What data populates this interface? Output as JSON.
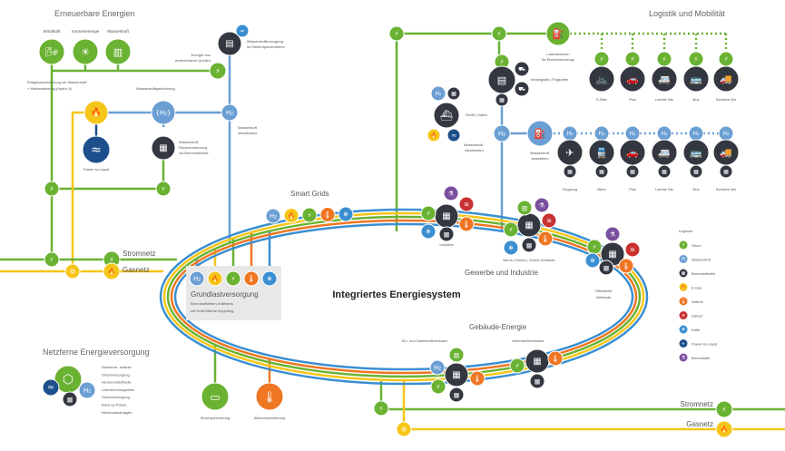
{
  "colors": {
    "strom": "#6ab232",
    "wasserstoff": "#6b9fd4",
    "brennstoffzelle": "#333740",
    "erdgas": "#f5c518",
    "waerme": "#ef7622",
    "dampf": "#c8312f",
    "kaelte": "#3b8fd1",
    "power_to_liquid": "#1d4f8c",
    "brennstoffe": "#7b4fa0",
    "grey_box": "#e8e8e8"
  },
  "main_title": "Integriertes Energiesystem",
  "sections": {
    "erneuerbare": {
      "title": "Erneuerbare Energien",
      "sources": [
        "Windkraft",
        "Sonnenenergie",
        "Wasserkraft"
      ],
      "energy_source_label": [
        "Energie aus",
        "erneuerbaren Quellen"
      ],
      "electrolysis_label": [
        "Wasserstofferzeugung",
        "im Elektrolyseverfahren"
      ],
      "methanation_label": [
        "Endgasanreicherung mit Wasserstoff",
        "+ Methanisierung (Hydro-X)"
      ],
      "h2_storage_label": "Wasserstoffspeicherung",
      "ptl_label": "Power-to-Liquid",
      "reconversion_label": [
        "Wasserstoff-",
        "Rückverstromung",
        "via Brennstoffzelle"
      ],
      "h2_station_label": [
        "Wasserstoff-",
        "infrastruktur"
      ]
    },
    "logistik": {
      "title": "Logistik und Mobilität",
      "charging_label": [
        "Ladestationen",
        "für Elektrofahrzeuge"
      ],
      "intralogistik_label": "Intralogistik | Flughafen",
      "ship_label": "Schiff | Hafen",
      "h2_infra_label": [
        "Wasserstoff-",
        "infrastruktur"
      ],
      "h2_station_label": [
        "Wasserstoff-",
        "tankstellen"
      ],
      "electric_vehicles": [
        "E-Bike",
        "Pkw",
        "Leichte Nfz",
        "Bus",
        "Schwere Nfz"
      ],
      "h2_vehicles": [
        "Flugzeug",
        "Bahn",
        "Pkw",
        "Leichte Nfz",
        "Bus",
        "Schwere Nfz"
      ]
    },
    "smart_grids": {
      "title": "Smart Grids"
    },
    "grundlast": {
      "title": "Grundlastversorgung",
      "subtitle": [
        "Brennstoffzellen-Kraftwerk",
        "mit Kraft-Wärme-Kopplung"
      ]
    },
    "gewerbe": {
      "title": "Gewerbe und Industrie",
      "items": [
        "Industrie",
        "Büros | Hotels | Große Gebäude",
        "Öffentliche Gebäude"
      ]
    },
    "gebaeude": {
      "title": "Gebäude-Energie",
      "items": [
        "Ein- und Zweifamilienhäuser",
        "Mehrfamilienhäuser"
      ]
    },
    "netzferne": {
      "title": "Netzferne Energieversorgung",
      "desc": [
        "Netzferne, autarke",
        "Stromversorgung",
        "via Brennstoffzelle",
        "Unterbrechungsfreie",
        "Stromversorgung,",
        "Back-up Power,",
        "Netzersatzanlagen"
      ]
    },
    "speicher": {
      "items": [
        "Stromspeicherung",
        "Wärmespeicherung"
      ]
    },
    "grids": {
      "strom": "Stromnetz",
      "gas": "Gasnetz"
    }
  },
  "legend": {
    "title": "Legende",
    "items": [
      {
        "label": "Strom",
        "color": "#6ab232",
        "glyph": "⚡"
      },
      {
        "label": "Wasserstoff",
        "color": "#6b9fd4",
        "glyph": "H"
      },
      {
        "label": "Brennstoffzelle",
        "color": "#333740",
        "glyph": "▦"
      },
      {
        "label": "E-Gas",
        "color": "#f5c518",
        "glyph": "🔥"
      },
      {
        "label": "Wärme",
        "color": "#ef7622",
        "glyph": "🌡"
      },
      {
        "label": "Dampf",
        "color": "#c8312f",
        "glyph": "≋"
      },
      {
        "label": "Kälte",
        "color": "#3b8fd1",
        "glyph": "❄"
      },
      {
        "label": "Power-to-Liquid",
        "color": "#1d4f8c",
        "glyph": "≈"
      },
      {
        "label": "Brennstoffe",
        "color": "#7b4fa0",
        "glyph": "⚗"
      }
    ]
  },
  "glyphs": {
    "strom": "⚡",
    "h2": "H₂",
    "flame": "🔥",
    "thermo": "🌡",
    "snow": "❄",
    "wave": "≈",
    "pylon": "⚡",
    "fuelcell": "▦",
    "steam": "≋",
    "fuels": "⚗"
  }
}
